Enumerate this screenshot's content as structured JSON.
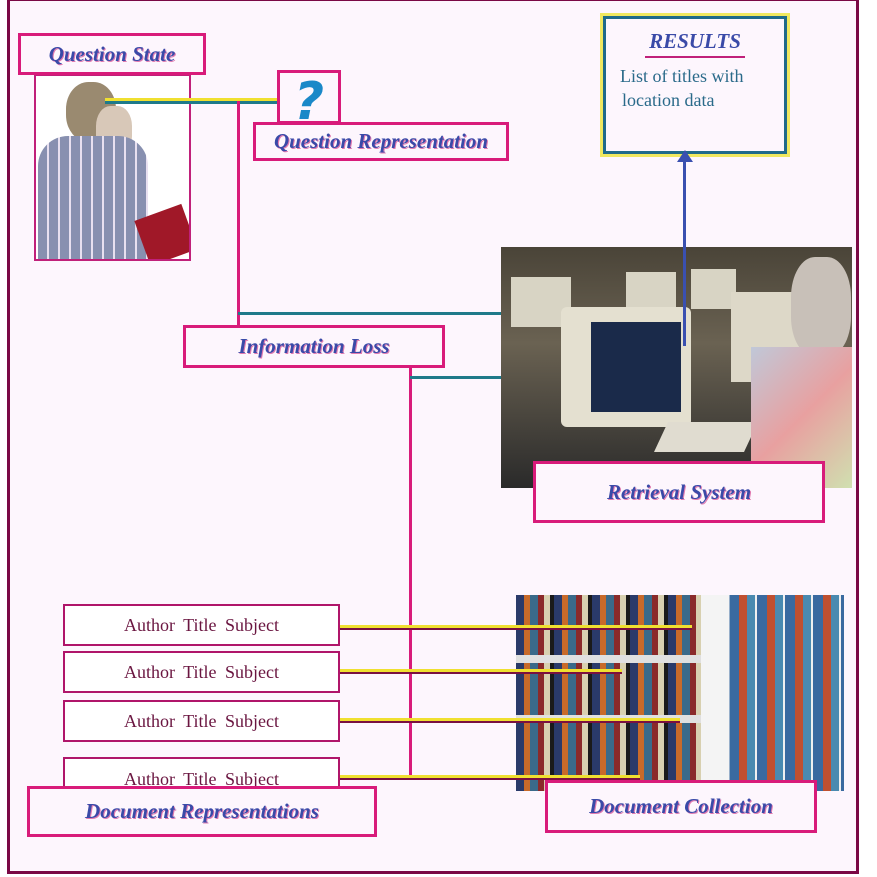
{
  "question_state": {
    "label": "Question State"
  },
  "question_mark": "?",
  "question_representation": {
    "label": "Question Representation"
  },
  "information_loss": {
    "label": "Information Loss"
  },
  "results": {
    "title": "RESULTS",
    "line1": "List of titles with",
    "line2": "location data"
  },
  "retrieval_system": {
    "label": "Retrieval System"
  },
  "document_representations": {
    "label": "Document Representations",
    "rows": [
      "Author  Title  Subject",
      "Author  Title  Subject",
      "Author  Title  Subject",
      "Author  Title  Subject"
    ]
  },
  "document_collection": {
    "label": "Document Collection"
  },
  "colors": {
    "frame": "#7a0845",
    "box_border": "#d81b7a",
    "label_text": "#3a4aa8",
    "connector_teal": "#1f7a8a",
    "connector_yellow": "#f0e030"
  }
}
